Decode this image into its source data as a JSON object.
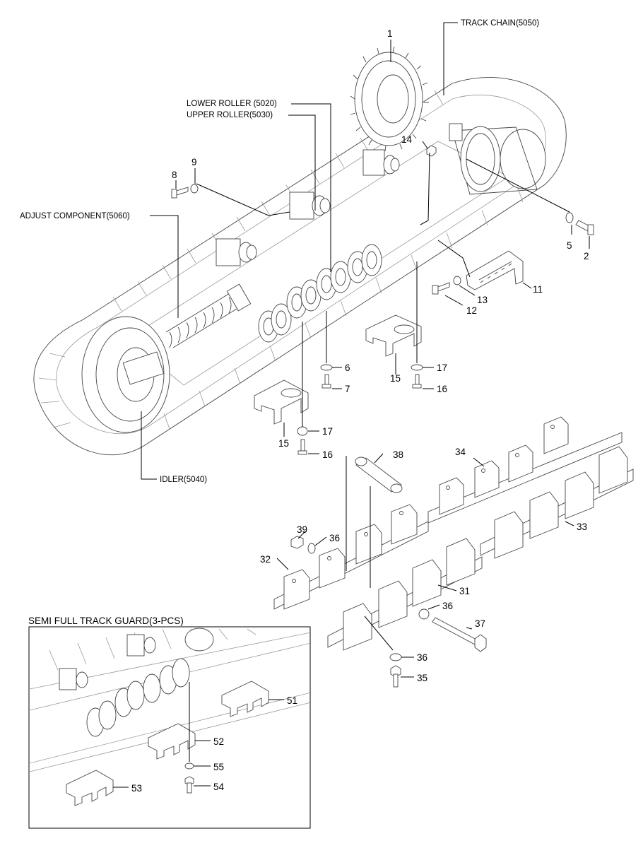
{
  "captions": {
    "track_chain": "TRACK CHAIN(5050)",
    "lower_roller": "LOWER ROLLER (5020)",
    "upper_roller": "UPPER ROLLER(5030)",
    "adjust_component": "ADJUST COMPONENT(5060)",
    "idler": "IDLER(5040)"
  },
  "callouts": {
    "c1": "1",
    "c2": "2",
    "c5": "5",
    "c6": "6",
    "c7": "7",
    "c8": "8",
    "c9": "9",
    "c11": "11",
    "c12": "12",
    "c13": "13",
    "c14": "14",
    "c15a": "15",
    "c15b": "15",
    "c16a": "16",
    "c16b": "16",
    "c17a": "17",
    "c17b": "17",
    "c31": "31",
    "c32": "32",
    "c33": "33",
    "c34": "34",
    "c35": "35",
    "c36a": "36",
    "c36b": "36",
    "c36c": "36",
    "c37": "37",
    "c38": "38",
    "c39": "39"
  },
  "inset": {
    "title": "SEMI FULL TRACK GUARD(3-PCS)",
    "callouts": {
      "c51": "51",
      "c52": "52",
      "c53": "53",
      "c54": "54",
      "c55": "55"
    }
  }
}
